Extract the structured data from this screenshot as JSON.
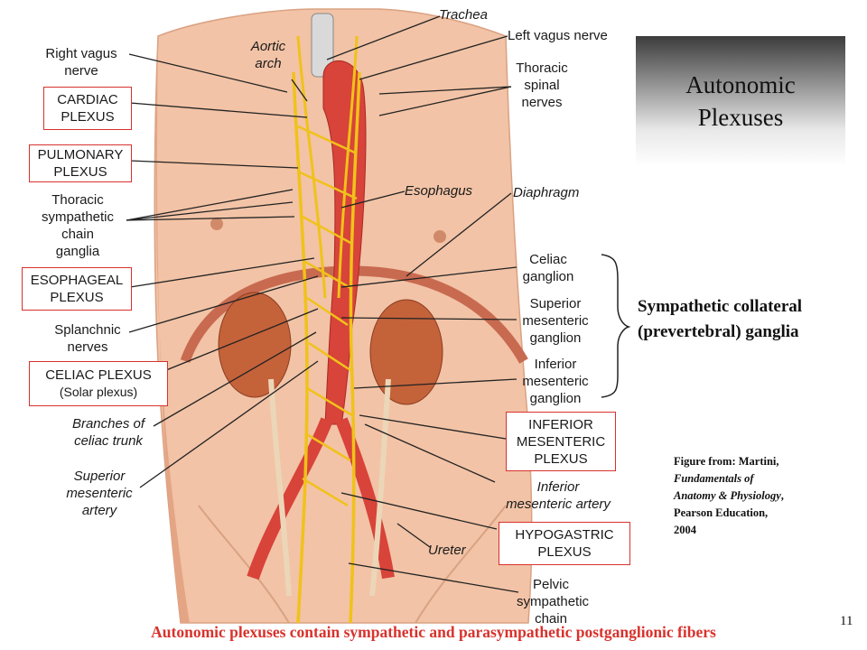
{
  "title": {
    "line1": "Autonomic",
    "line2": "Plexuses"
  },
  "labels": {
    "right_vagus": [
      "Right vagus",
      "nerve"
    ],
    "aortic_arch": [
      "Aortic",
      "arch"
    ],
    "trachea": "Trachea",
    "left_vagus": "Left vagus nerve",
    "thoracic_spinal": [
      "Thoracic",
      "spinal",
      "nerves"
    ],
    "cardiac_plexus": [
      "CARDIAC",
      "PLEXUS"
    ],
    "pulmonary_plexus": [
      "PULMONARY",
      "PLEXUS"
    ],
    "thoracic_chain": [
      "Thoracic",
      "sympathetic",
      "chain",
      "ganglia"
    ],
    "esophagus": "Esophagus",
    "diaphragm": "Diaphragm",
    "esophageal_plexus": [
      "ESOPHAGEAL",
      "PLEXUS"
    ],
    "celiac_ganglion": [
      "Celiac",
      "ganglion"
    ],
    "splanchnic": [
      "Splanchnic",
      "nerves"
    ],
    "superior_mes_ganglion": [
      "Superior",
      "mesenteric",
      "ganglion"
    ],
    "celiac_plexus": "CELIAC PLEXUS",
    "solar_plexus": "(Solar plexus)",
    "inferior_mes_ganglion": [
      "Inferior",
      "mesenteric",
      "ganglion"
    ],
    "branches_celiac": [
      "Branches of",
      "celiac trunk"
    ],
    "inferior_mes_plexus": [
      "INFERIOR",
      "MESENTERIC",
      "PLEXUS"
    ],
    "superior_mes_artery": [
      "Superior",
      "mesenteric",
      "artery"
    ],
    "inferior_mes_artery": [
      "Inferior",
      "mesenteric artery"
    ],
    "hypogastric_plexus": [
      "HYPOGASTRIC",
      "PLEXUS"
    ],
    "ureter": "Ureter",
    "pelvic_chain": [
      "Pelvic",
      "sympathetic",
      "chain"
    ]
  },
  "side_note": [
    "Sympathetic collateral",
    "(prevertebral)  ganglia"
  ],
  "citation": {
    "line1": "Figure from: Martini,",
    "line2": "Fundamentals of",
    "line3": "Anatomy & Physiology",
    "line3_suffix": ",",
    "line4": "Pearson Education,",
    "line5": "2004"
  },
  "footer": "Autonomic plexuses contain sympathetic and parasympathetic postganglionic fibers",
  "page_number": "11",
  "colors": {
    "skin": "#f2c3a6",
    "skin_shadow": "#e4a585",
    "aorta": "#d8433a",
    "nerve": "#f0c21a",
    "kidney": "#c4623a",
    "box_border": "#d8322c",
    "footer_text": "#d8322c"
  }
}
